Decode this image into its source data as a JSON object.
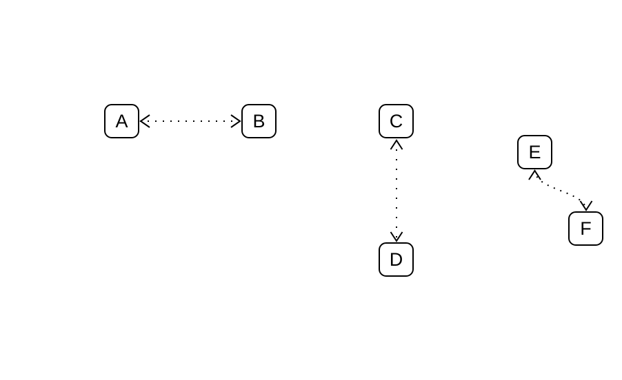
{
  "diagram": {
    "background_color": "#ffffff",
    "line_color": "#000000",
    "node_fill_color": "#ffffff",
    "node_border_color": "#000000",
    "nodes": [
      {
        "id": "A",
        "label": "A"
      },
      {
        "id": "B",
        "label": "B"
      },
      {
        "id": "C",
        "label": "C"
      },
      {
        "id": "D",
        "label": "D"
      },
      {
        "id": "E",
        "label": "E"
      },
      {
        "id": "F",
        "label": "F"
      }
    ],
    "edges": [
      {
        "from": "A",
        "to": "B",
        "line_style": "dotted",
        "direction": "bidirectional",
        "orientation": "horizontal"
      },
      {
        "from": "C",
        "to": "D",
        "line_style": "dotted",
        "direction": "bidirectional",
        "orientation": "vertical"
      },
      {
        "from": "E",
        "to": "F",
        "line_style": "dotted",
        "direction": "bidirectional",
        "orientation": "curved-diagonal"
      }
    ]
  }
}
